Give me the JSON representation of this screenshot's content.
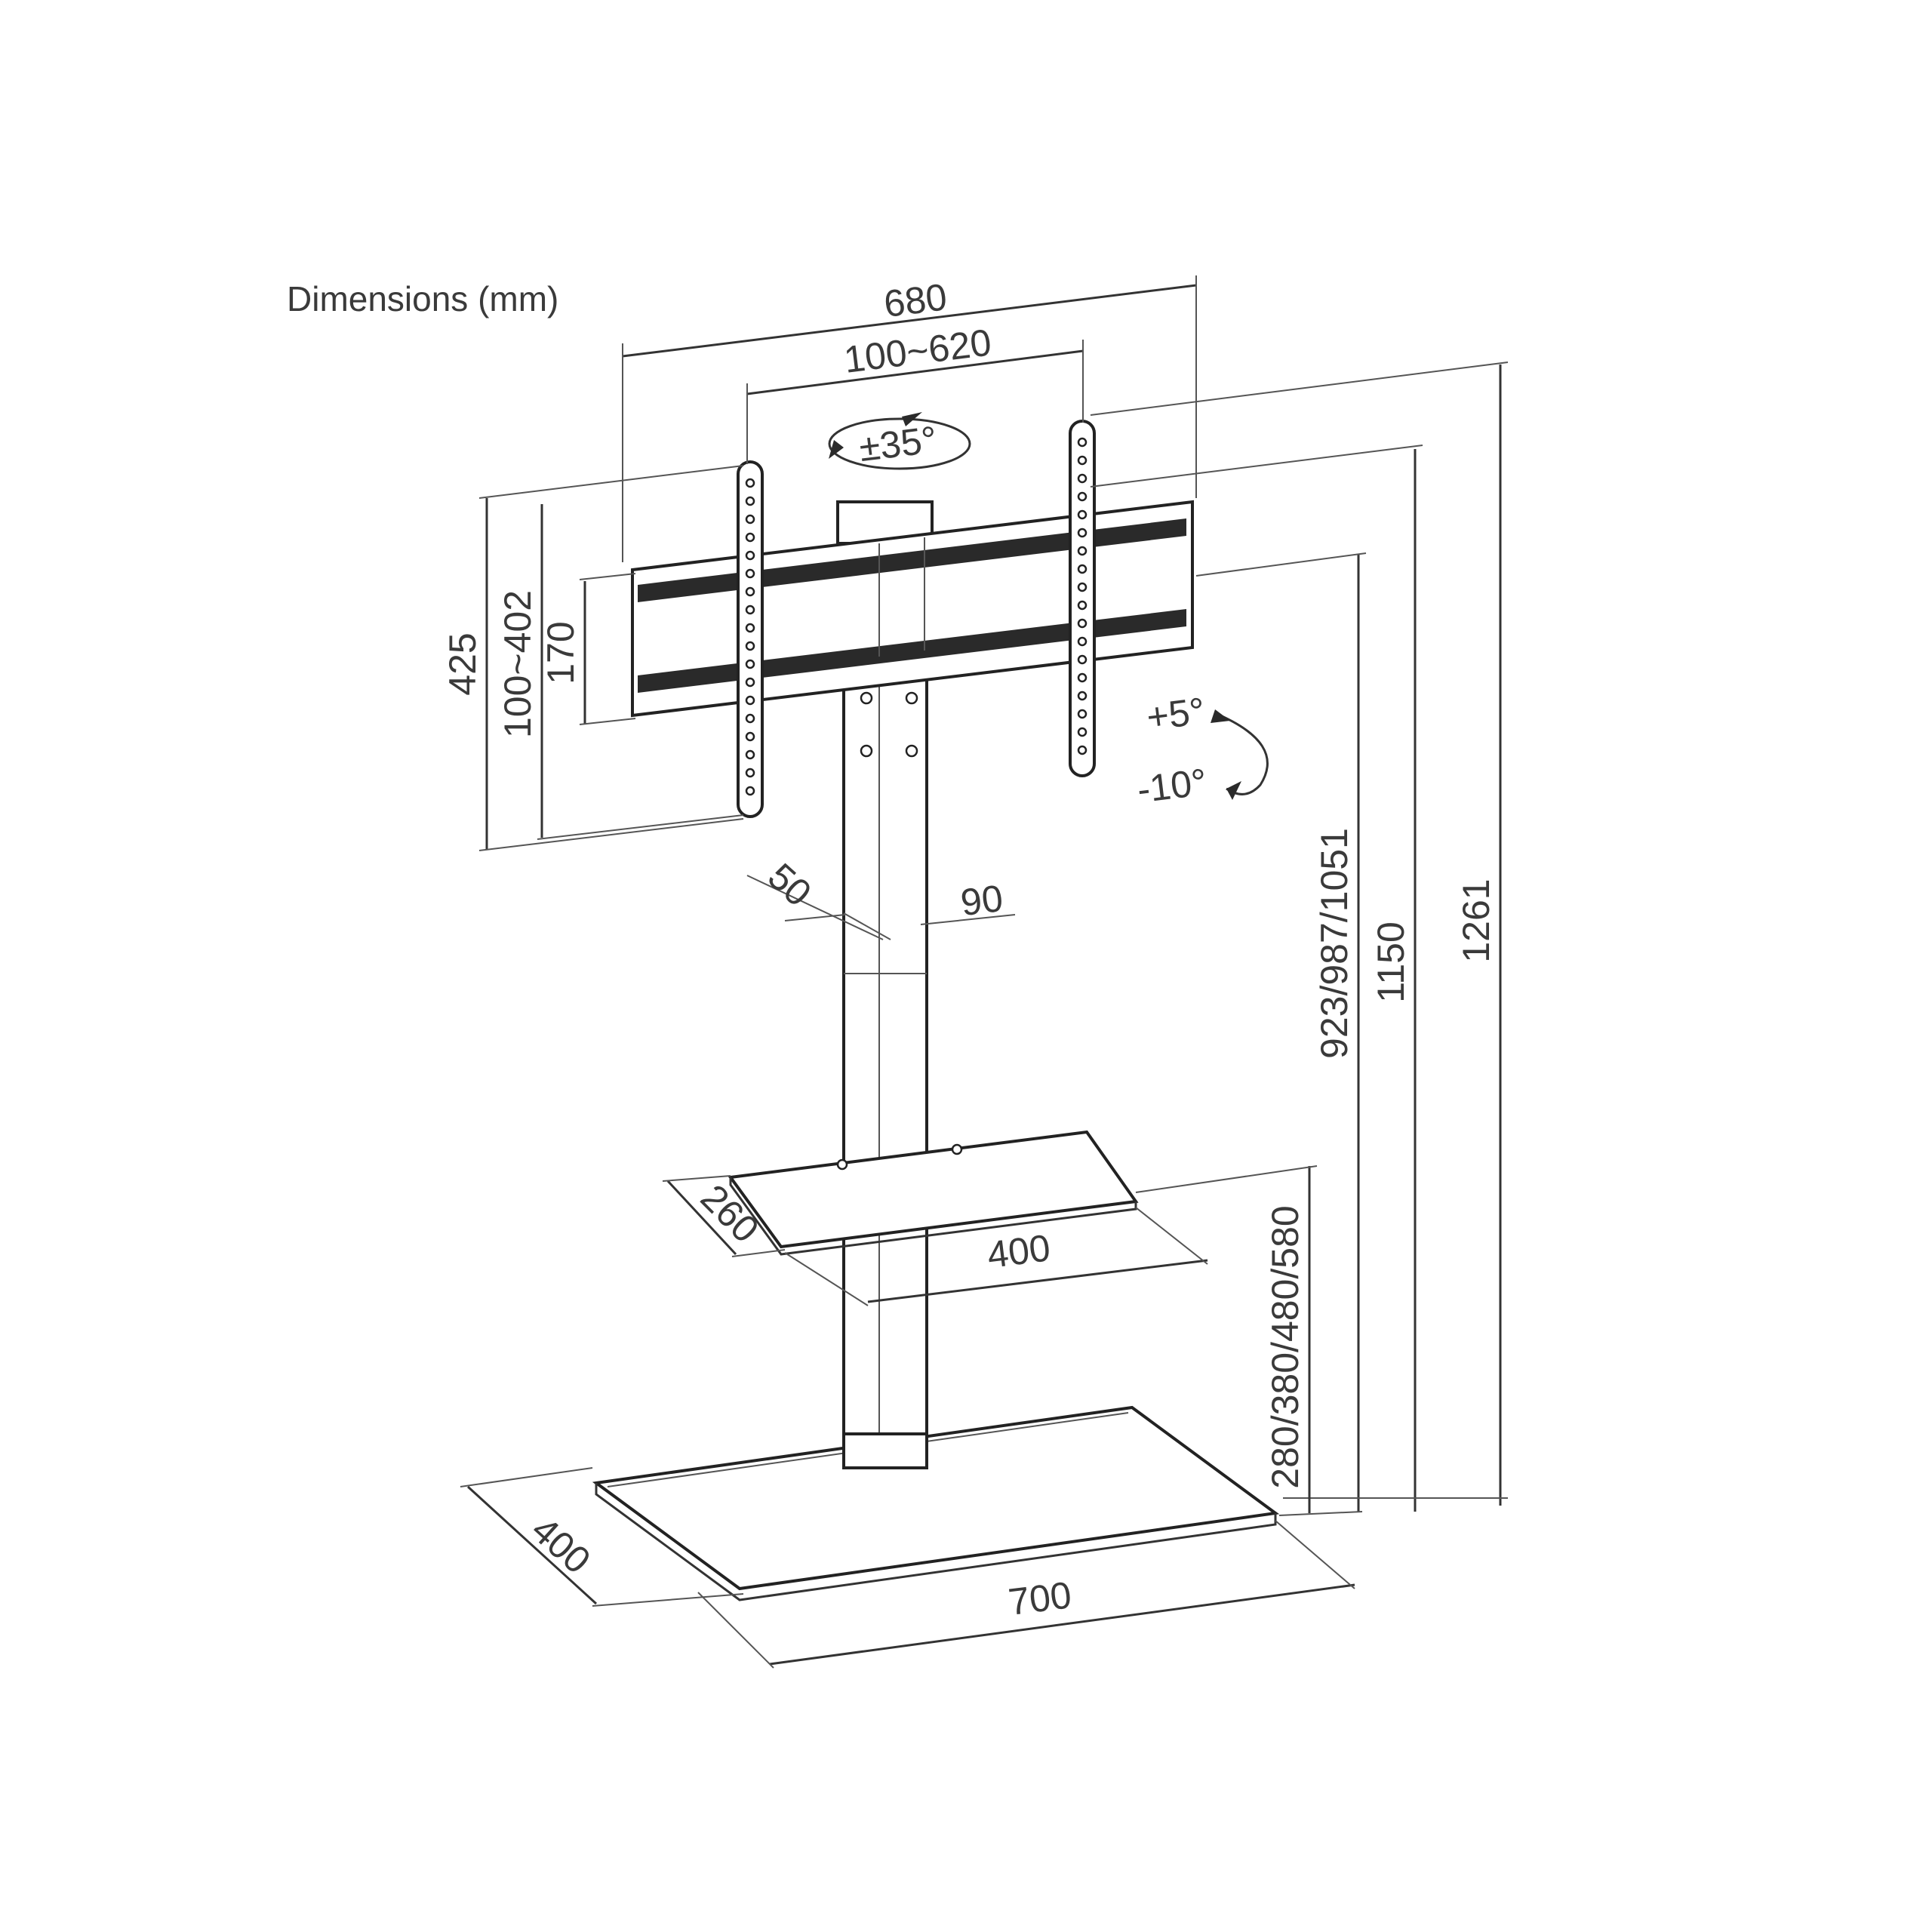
{
  "title": "Dimensions (mm)",
  "dimensions": {
    "width_total": "680",
    "vesa_width": "100~620",
    "swivel": "±35°",
    "height_425": "425",
    "vesa_height": "100~402",
    "frame_height": "170",
    "tilt_up": "+5°",
    "tilt_down": "-10°",
    "column_depth": "50",
    "column_width": "90",
    "mount_height": "923/987/1051",
    "height_1150": "1150",
    "height_1261": "1261",
    "shelf_depth": "260",
    "shelf_width": "400",
    "shelf_height": "280/380/480/580",
    "base_depth": "400",
    "base_width": "700"
  },
  "colors": {
    "line": "#333333",
    "text": "#3a3a3a",
    "background": "#ffffff"
  }
}
